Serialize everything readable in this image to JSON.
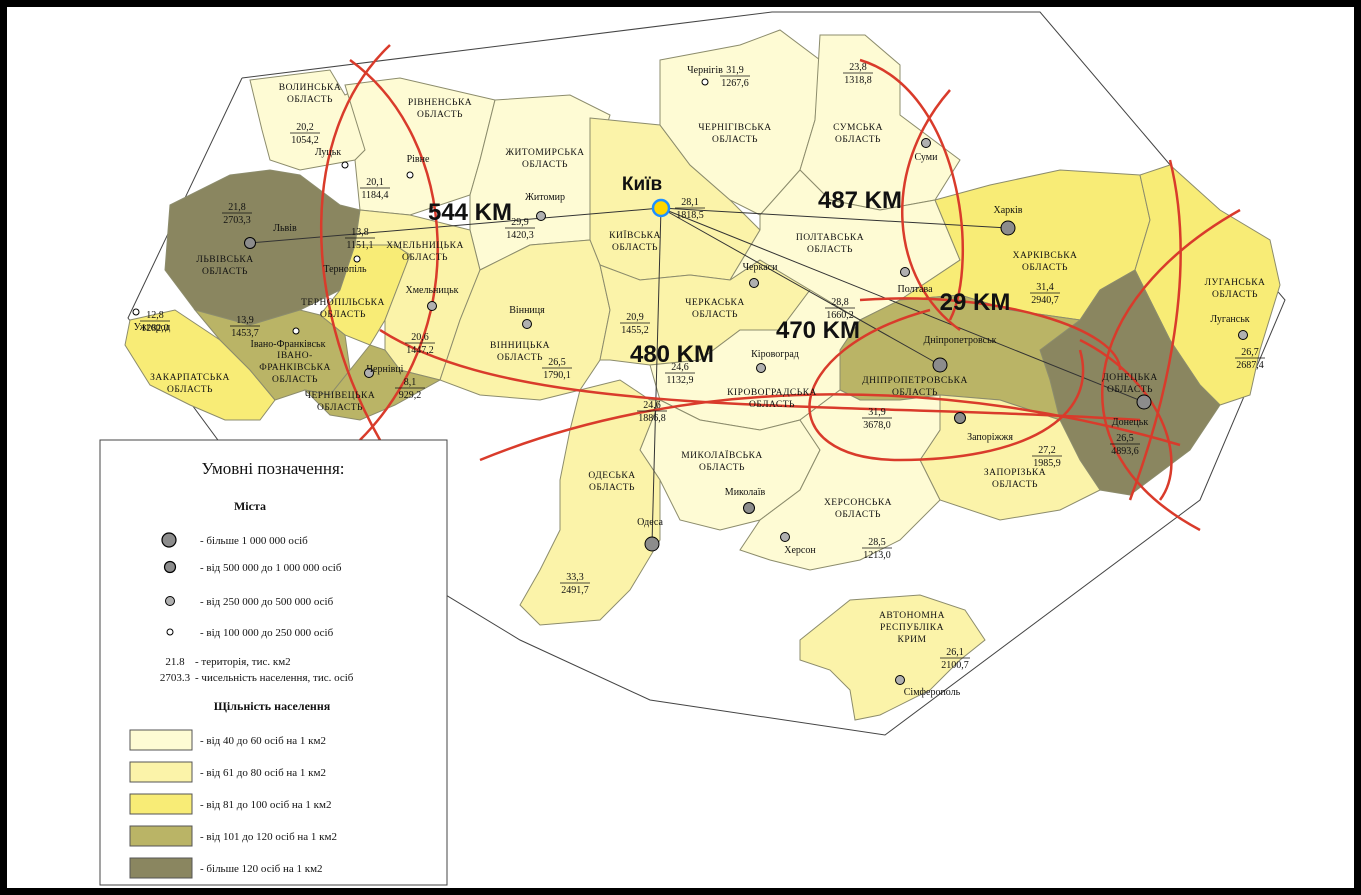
{
  "map": {
    "capital": "Київ",
    "distances": [
      "544 KM",
      "487 KM",
      "29 KM",
      "470 KM",
      "480 KM"
    ],
    "regions": [
      {
        "id": "volyn",
        "name1": "ВОЛИНСЬКА",
        "name2": "ОБЛАСТЬ",
        "area": "20,2",
        "pop": "1054,2",
        "fill": "#fefbd4"
      },
      {
        "id": "rivne",
        "name1": "РІВНЕНСЬКА",
        "name2": "ОБЛАСТЬ",
        "area": "20,1",
        "pop": "1184,4",
        "fill": "#fefbd4"
      },
      {
        "id": "zhytomyr",
        "name1": "ЖИТОМИРСЬКА",
        "name2": "ОБЛАСТЬ",
        "area": "29,9",
        "pop": "1420,3",
        "fill": "#fefbd4"
      },
      {
        "id": "kyiv",
        "name1": "КИЇВСЬКА",
        "name2": "ОБЛАСТЬ",
        "area": "28,1",
        "pop": "1818,5",
        "fill": "#fbf3a9"
      },
      {
        "id": "chernihiv",
        "name1": "ЧЕРНІГІВСЬКА",
        "name2": "ОБЛАСТЬ",
        "area": "31,9",
        "pop": "1267,6",
        "fill": "#fefbd4"
      },
      {
        "id": "sumy",
        "name1": "СУМСЬКА",
        "name2": "ОБЛАСТЬ",
        "area": "23,8",
        "pop": "1318,8",
        "fill": "#fefbd4"
      },
      {
        "id": "lviv",
        "name1": "ЛЬВІВСЬКА",
        "name2": "ОБЛАСТЬ",
        "area": "21,8",
        "pop": "2703,3",
        "fill": "#8a8660"
      },
      {
        "id": "ternopil",
        "name1": "ТЕРНОПІЛЬСЬКА",
        "name2": "ОБЛАСТЬ",
        "area": "13,8",
        "pop": "1151,1",
        "fill": "#f8ec76"
      },
      {
        "id": "khmelnytskyi",
        "name1": "ХМЕЛЬНИЦЬКА",
        "name2": "ОБЛАСТЬ",
        "area": "20,6",
        "pop": "1447,2",
        "fill": "#fbf3a9"
      },
      {
        "id": "vinnytsia",
        "name1": "ВІННИЦЬКА",
        "name2": "ОБЛАСТЬ",
        "area": "26,5",
        "pop": "1790,1",
        "fill": "#fbf3a9"
      },
      {
        "id": "cherkasy",
        "name1": "ЧЕРКАСЬКА",
        "name2": "ОБЛАСТЬ",
        "area": "20,9",
        "pop": "1455,2",
        "fill": "#fbf3a9"
      },
      {
        "id": "poltava",
        "name1": "ПОЛТАВСЬКА",
        "name2": "ОБЛАСТЬ",
        "area": "28,8",
        "pop": "1660,2",
        "fill": "#fefbd4"
      },
      {
        "id": "kharkiv",
        "name1": "ХАРКІВСЬКА",
        "name2": "ОБЛАСТЬ",
        "area": "31,4",
        "pop": "2940,7",
        "fill": "#f8ec76"
      },
      {
        "id": "luhansk",
        "name1": "ЛУГАНСЬКА",
        "name2": "ОБЛАСТЬ",
        "area": "26,7",
        "pop": "2687,4",
        "fill": "#f8ec76"
      },
      {
        "id": "donetsk",
        "name1": "ДОНЕЦЬКА",
        "name2": "ОБЛАСТЬ",
        "area": "26,5",
        "pop": "4893,6",
        "fill": "#8a8660"
      },
      {
        "id": "dnipro",
        "name1": "ДНІПРОПЕТРОВСЬКА",
        "name2": "ОБЛАСТЬ",
        "area": "31,9",
        "pop": "3678,0",
        "fill": "#bab466"
      },
      {
        "id": "zaporizhzhia",
        "name1": "ЗАПОРІЗЬКА",
        "name2": "ОБЛАСТЬ",
        "area": "27,2",
        "pop": "1985,9",
        "fill": "#fbf3a9"
      },
      {
        "id": "kirovohrad",
        "name1": "КІРОВОГРАДСЬКА",
        "name2": "ОБЛАСТЬ",
        "area": "24,6",
        "pop": "1132,9",
        "fill": "#fefbd4"
      },
      {
        "id": "mykolaiv",
        "name1": "МИКОЛАЇВСЬКА",
        "name2": "ОБЛАСТЬ",
        "area": "24,6",
        "pop": "1886,8",
        "fill": "#fefbd4"
      },
      {
        "id": "odesa",
        "name1": "ОДЕСЬКА",
        "name2": "ОБЛАСТЬ",
        "area": "33,3",
        "pop": "2491,7",
        "fill": "#fbf3a9"
      },
      {
        "id": "kherson",
        "name1": "ХЕРСОНСЬКА",
        "name2": "ОБЛАСТЬ",
        "area": "28,5",
        "pop": "1213,0",
        "fill": "#fefbd4"
      },
      {
        "id": "crimea",
        "name1": "АВТОНОМНА",
        "name2": "РЕСПУБЛІКА",
        "name3": "КРИМ",
        "area": "26,1",
        "pop": "2100,7",
        "fill": "#fbf3a9"
      },
      {
        "id": "zakarpattia",
        "name1": "ЗАКАРПАТСЬКА",
        "name2": "ОБЛАСТЬ",
        "area": "12,8",
        "pop": "1282,0",
        "fill": "#f8ec76"
      },
      {
        "id": "ivanofrankivsk",
        "name1": "ІВАНО-",
        "name2": "ФРАНКІВСЬКА",
        "name3": "ОБЛАСТЬ",
        "area": "13,9",
        "pop": "1453,7",
        "fill": "#bab466"
      },
      {
        "id": "chernivtsi",
        "name1": "ЧЕРНІВЕЦЬКА",
        "name2": "ОБЛАСТЬ",
        "area": "8,1",
        "pop": "929,2",
        "fill": "#bab466"
      }
    ],
    "cities": [
      {
        "id": "lutsk",
        "name": "Луцьк",
        "size": 1
      },
      {
        "id": "rivne",
        "name": "Рівне",
        "size": 1
      },
      {
        "id": "zhytomyr",
        "name": "Житомир",
        "size": 2
      },
      {
        "id": "chernihiv",
        "name": "Чернігів",
        "size": 1
      },
      {
        "id": "sumy",
        "name": "Суми",
        "size": 2
      },
      {
        "id": "lviv",
        "name": "Львів",
        "size": 3
      },
      {
        "id": "ternopil",
        "name": "Тернопіль",
        "size": 1
      },
      {
        "id": "khmelnytskyi",
        "name": "Хмельницьк",
        "size": 2
      },
      {
        "id": "vinnytsia",
        "name": "Вінниця",
        "size": 2
      },
      {
        "id": "cherkasy",
        "name": "Черкаси",
        "size": 2
      },
      {
        "id": "poltava",
        "name": "Полтава",
        "size": 2
      },
      {
        "id": "kharkiv",
        "name": "Харків",
        "size": 4
      },
      {
        "id": "luhansk",
        "name": "Луганськ",
        "size": 2
      },
      {
        "id": "donetsk",
        "name": "Донецьк",
        "size": 4
      },
      {
        "id": "dnipro",
        "name": "Дніпропетровськ",
        "size": 4
      },
      {
        "id": "zaporizhzhia",
        "name": "Запоріжжя",
        "size": 3
      },
      {
        "id": "kirovohrad",
        "name": "Кіровоград",
        "size": 2
      },
      {
        "id": "mykolaiv",
        "name": "Миколаїв",
        "size": 3
      },
      {
        "id": "odesa",
        "name": "Одеса",
        "size": 4
      },
      {
        "id": "kherson",
        "name": "Херсон",
        "size": 2
      },
      {
        "id": "simferopol",
        "name": "Сімферополь",
        "size": 2
      },
      {
        "id": "uzhhorod",
        "name": "Ужгород",
        "size": 1
      },
      {
        "id": "ivanofrankivsk",
        "name": "Івано-Франківськ",
        "size": 1
      },
      {
        "id": "chernivtsi",
        "name": "Чернівці",
        "size": 2
      }
    ]
  },
  "legend": {
    "title": "Умовні позначення:",
    "cities_heading": "Міста",
    "city_sizes": [
      "- більше 1 000 000 осіб",
      "- від 500 000 до 1 000 000 осіб",
      "- від 250 000 до 500 000 осіб",
      "- від 100 000 до 250 000 осіб"
    ],
    "sample_area": "21.8",
    "sample_area_text": "- територія, тис. км2",
    "sample_pop": "2703.3",
    "sample_pop_text": "- чисельність населення, тис. осіб",
    "density_heading": "Щільність населення",
    "density": [
      {
        "label": "- від 40 до 60 осіб на 1 км2",
        "color": "#fefbd4"
      },
      {
        "label": "- від 61 до 80 осіб на 1 км2",
        "color": "#fbf3a9"
      },
      {
        "label": "- від 81 до 100 осіб на 1 км2",
        "color": "#f8ec76"
      },
      {
        "label": "- від 101 до 120 осіб на 1 км2",
        "color": "#bab466"
      },
      {
        "label": "- більше 120 осіб на 1 км2",
        "color": "#8a8660"
      }
    ]
  },
  "colors": {
    "arc": "#d93b2b",
    "border": "#6e6e6e",
    "capital_ring": "#1e90ff",
    "capital_fill": "#ffd700"
  }
}
